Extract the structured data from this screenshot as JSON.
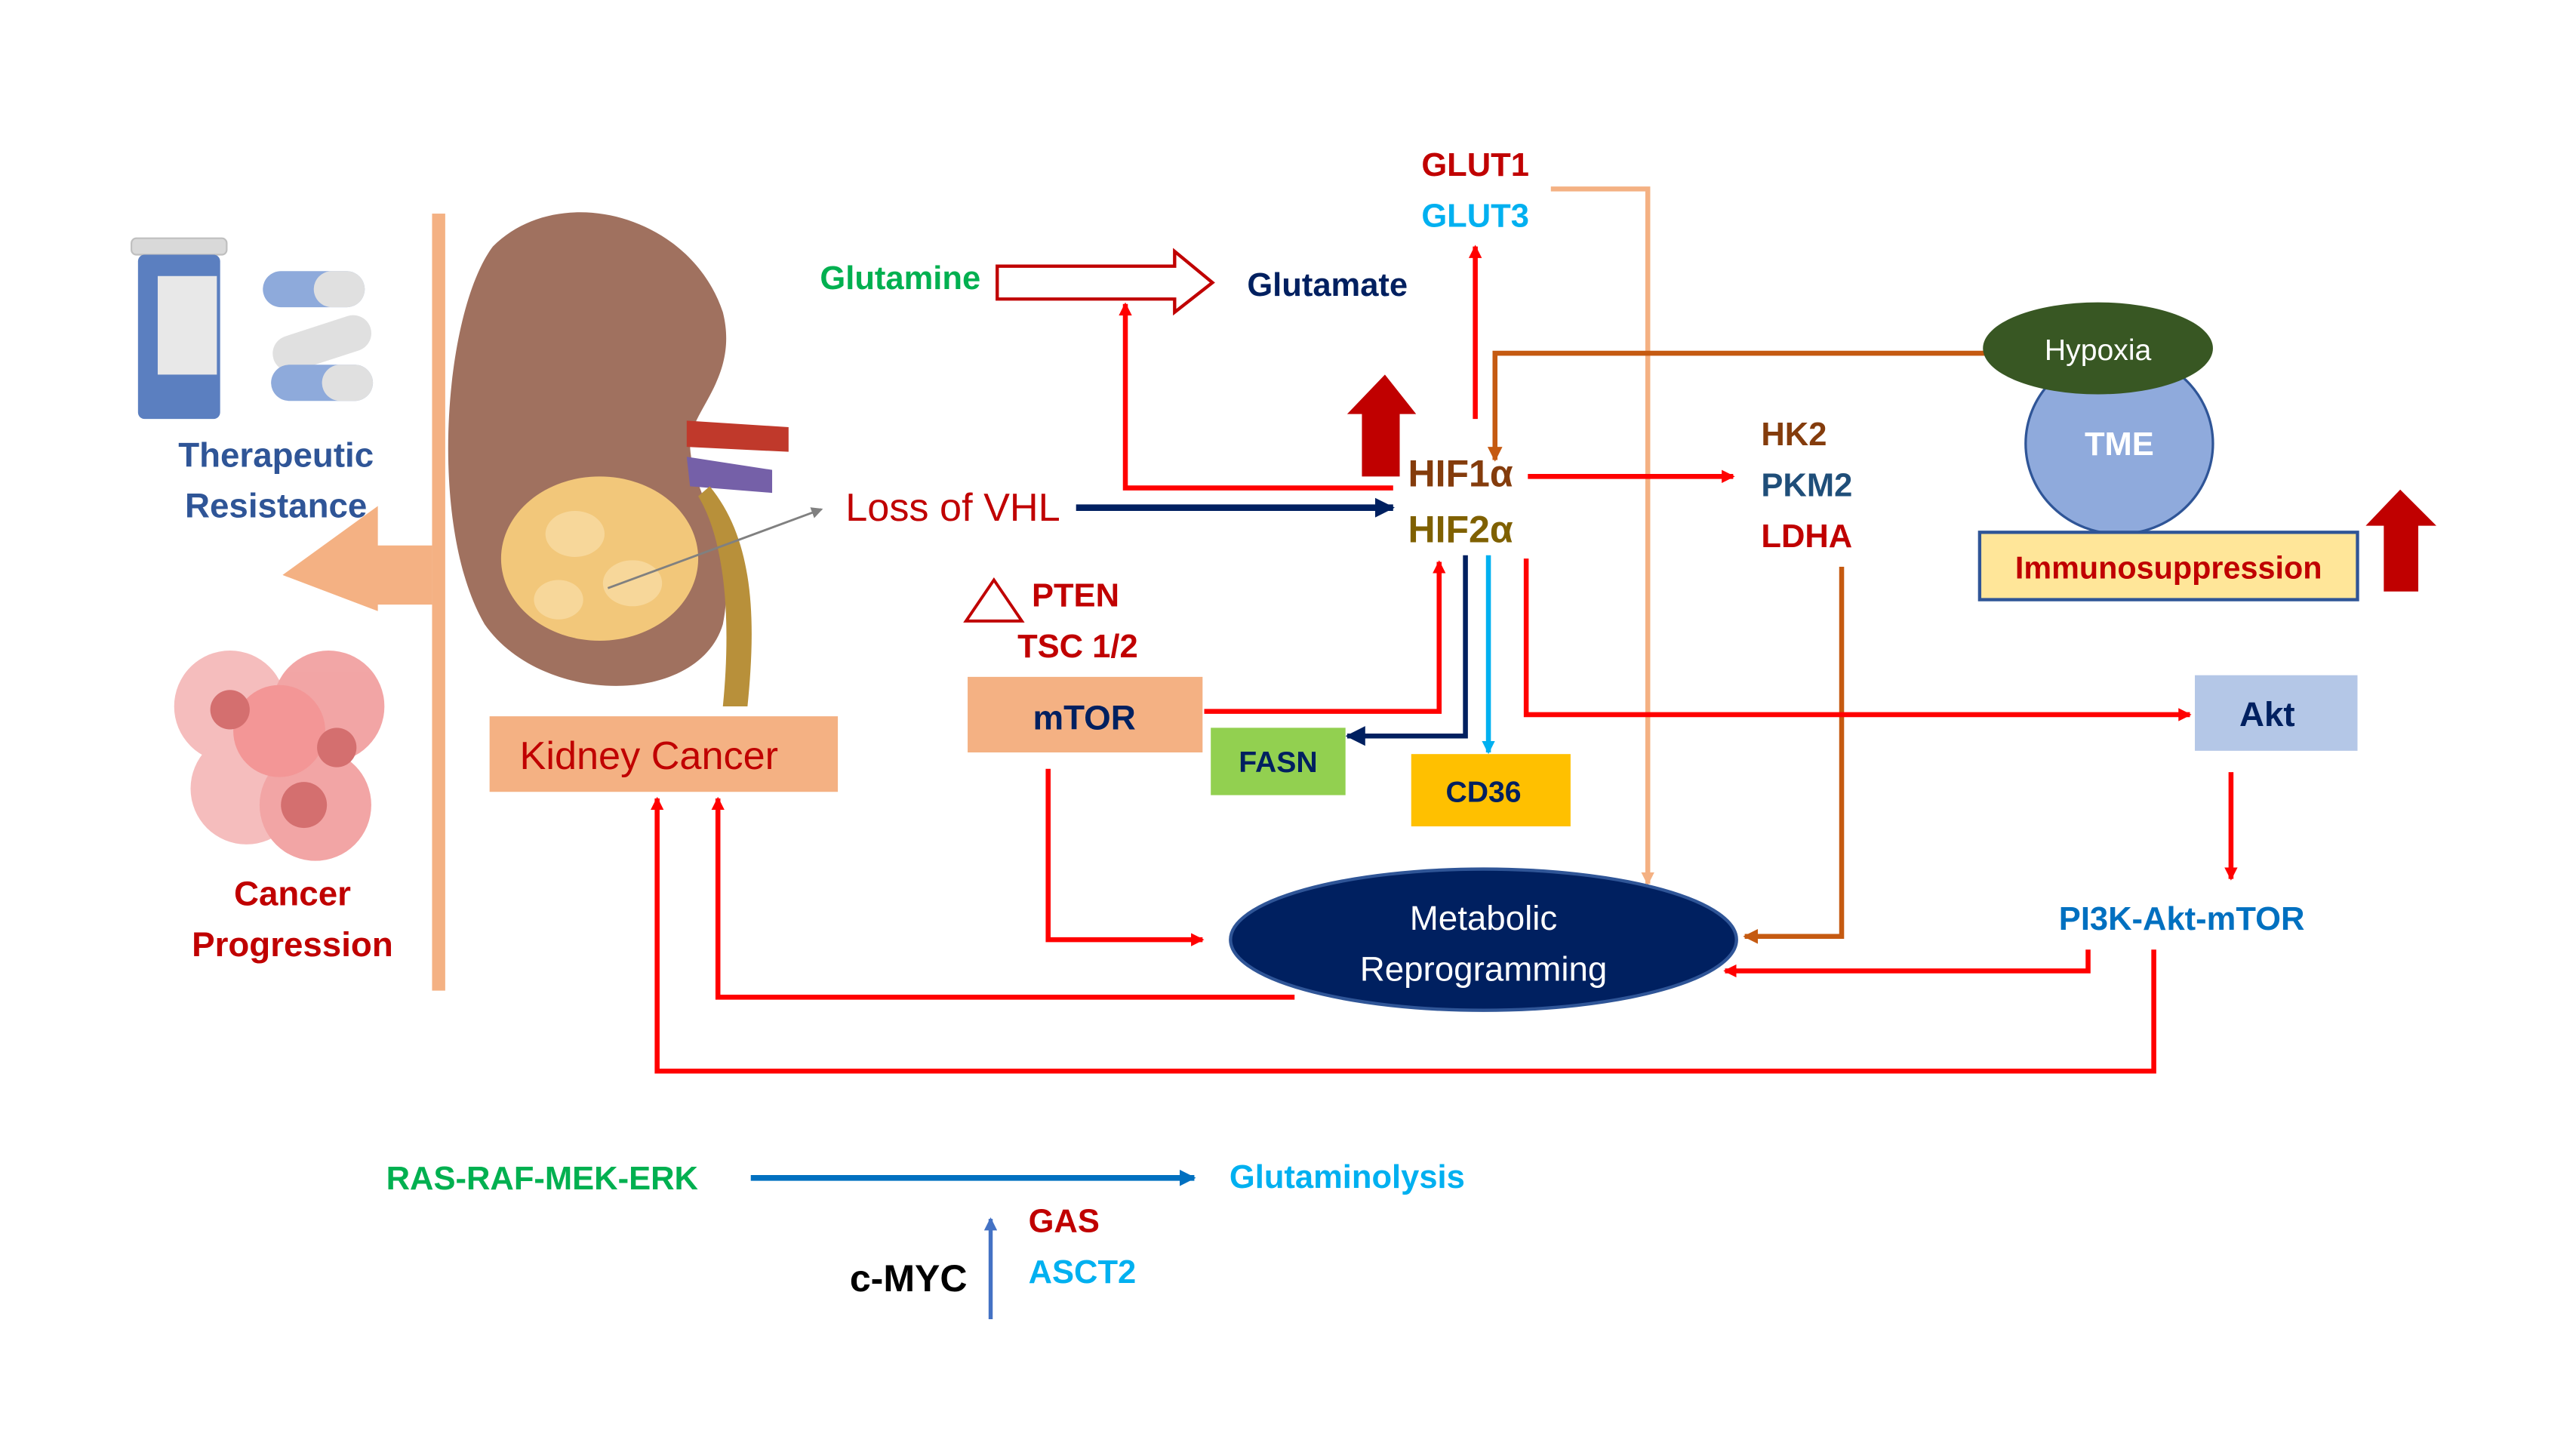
{
  "colors": {
    "red": "#ff0000",
    "dark_red": "#c00000",
    "navy": "#002060",
    "peach": "#f4b183",
    "brown": "#c55a11",
    "green_text": "#00b050",
    "light_blue": "#00b0f0",
    "mid_blue": "#0070c0",
    "steel_blue": "#2f5597",
    "hif1": "#843c0c",
    "hif2": "#7f6000",
    "fasn_fill": "#92d050",
    "cd36_fill": "#ffc000",
    "akt_fill": "#b4c7e7",
    "tme_fill": "#8faadc",
    "hypoxia_fill": "#385723",
    "immuno_fill": "#ffe699"
  },
  "left_panel": {
    "therapeutic_resistance": [
      "Therapeutic",
      "Resistance"
    ],
    "cancer_progression": [
      "Cancer",
      "Progression"
    ],
    "icons": [
      "pill-bottle-icon",
      "capsules-icon",
      "cancer-cells-icon",
      "kidney-icon"
    ]
  },
  "nodes": {
    "kidney_cancer": "Kidney Cancer",
    "loss_of_vhl": "Loss of VHL",
    "glutamine": "Glutamine",
    "glutamate": "Glutamate",
    "glut1": "GLUT1",
    "glut3": "GLUT3",
    "hif1a": "HIF1α",
    "hif2a": "HIF2α",
    "hk2": "HK2",
    "pkm2": "PKM2",
    "ldha": "LDHA",
    "hypoxia": "Hypoxia",
    "tme": "TME",
    "immunosuppression": "Immunosuppression",
    "pten": "PTEN",
    "tsc": "TSC 1/2",
    "mtor": "mTOR",
    "fasn": "FASN",
    "cd36": "CD36",
    "akt": "Akt",
    "pi3k": "PI3K-Akt-mTOR",
    "metabolic": [
      "Metabolic",
      "Reprogramming"
    ],
    "ras": "RAS-RAF-MEK-ERK",
    "glutaminolysis": "Glutaminolysis",
    "gas": "GAS",
    "asct2": "ASCT2",
    "cmyc": "c-MYC"
  }
}
